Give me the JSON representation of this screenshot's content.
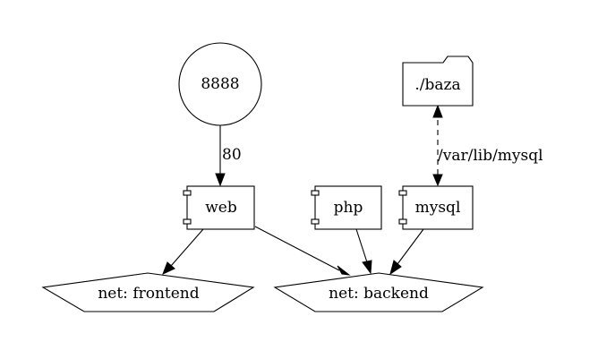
{
  "nodes": {
    "port_8888": {
      "label": "8888",
      "shape": "circle"
    },
    "volume_baza": {
      "label": "./baza",
      "shape": "folder"
    },
    "service_web": {
      "label": "web",
      "shape": "component"
    },
    "service_php": {
      "label": "php",
      "shape": "component"
    },
    "service_mysql": {
      "label": "mysql",
      "shape": "component"
    },
    "net_frontend": {
      "label": "net: frontend",
      "shape": "pentagon"
    },
    "net_backend": {
      "label": "net: backend",
      "shape": "pentagon"
    }
  },
  "edges": [
    {
      "from": "port_8888",
      "to": "service_web",
      "label": "80",
      "style": "solid"
    },
    {
      "from": "service_mysql",
      "to": "volume_baza",
      "label": "/var/lib/mysql",
      "style": "dashed"
    },
    {
      "from": "service_web",
      "to": "net_frontend",
      "label": "",
      "style": "solid"
    },
    {
      "from": "service_web",
      "to": "net_backend",
      "label": "",
      "style": "solid"
    },
    {
      "from": "service_php",
      "to": "net_backend",
      "label": "",
      "style": "solid"
    },
    {
      "from": "service_mysql",
      "to": "net_backend",
      "label": "",
      "style": "solid"
    }
  ],
  "colors": {
    "stroke": "#000000",
    "fill": "#ffffff",
    "background": "#ffffff"
  }
}
